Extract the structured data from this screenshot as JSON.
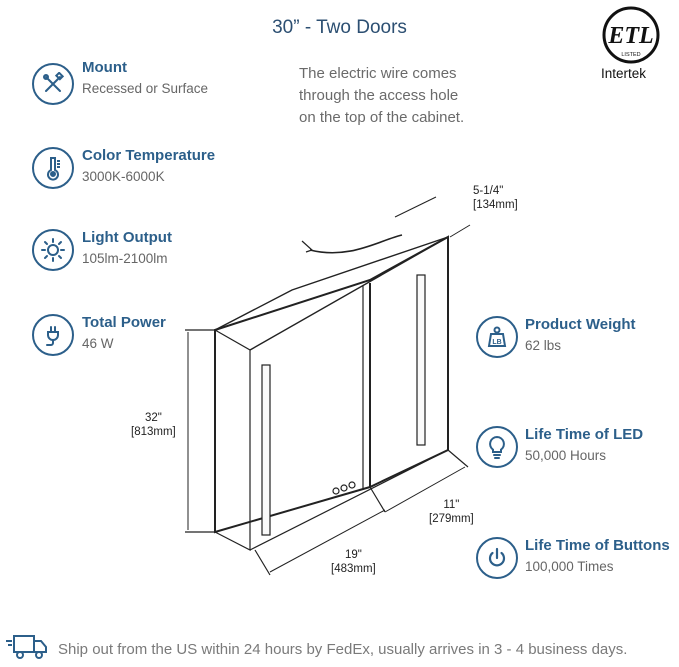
{
  "title": "30” - Two Doors",
  "note_lines": [
    "The electric wire comes",
    "through the access hole",
    "on the top of the cabinet."
  ],
  "certification": {
    "mark_text": "ETL",
    "listed_text": "LISTED",
    "brand": "Intertek"
  },
  "features_left": [
    {
      "label": "Mount",
      "value": "Recessed or Surface",
      "icon": "wrench-screwdriver-icon"
    },
    {
      "label": "Color Temperature",
      "value": "3000K-6000K",
      "icon": "thermometer-icon"
    },
    {
      "label": "Light Output",
      "value": "105lm-2100lm",
      "icon": "sun-icon"
    },
    {
      "label": "Total Power",
      "value": "46 W",
      "icon": "plug-icon"
    }
  ],
  "features_right": [
    {
      "label": "Product Weight",
      "value": "62 lbs",
      "icon": "weight-icon",
      "icon_text": "LB"
    },
    {
      "label": "Life Time of LED",
      "value": "50,000 Hours",
      "icon": "lightbulb-icon"
    },
    {
      "label": "Life Time of Buttons",
      "value": "100,000 Times",
      "icon": "power-icon"
    }
  ],
  "dimensions": {
    "depth": {
      "in": "5-1/4\"",
      "mm": "[134mm]"
    },
    "height": {
      "in": "32\"",
      "mm": "[813mm]"
    },
    "width_door": {
      "in": "19\"",
      "mm": "[483mm]"
    },
    "width_side": {
      "in": "11\"",
      "mm": "[279mm]"
    }
  },
  "footer": {
    "text": "Ship out from the US within 24 hours by FedEx, usually arrives in 3 - 4 business days.",
    "icon": "delivery-truck-icon"
  },
  "colors": {
    "accent": "#2c5f8a",
    "title": "#2c4f72",
    "text_gray": "#666666"
  }
}
